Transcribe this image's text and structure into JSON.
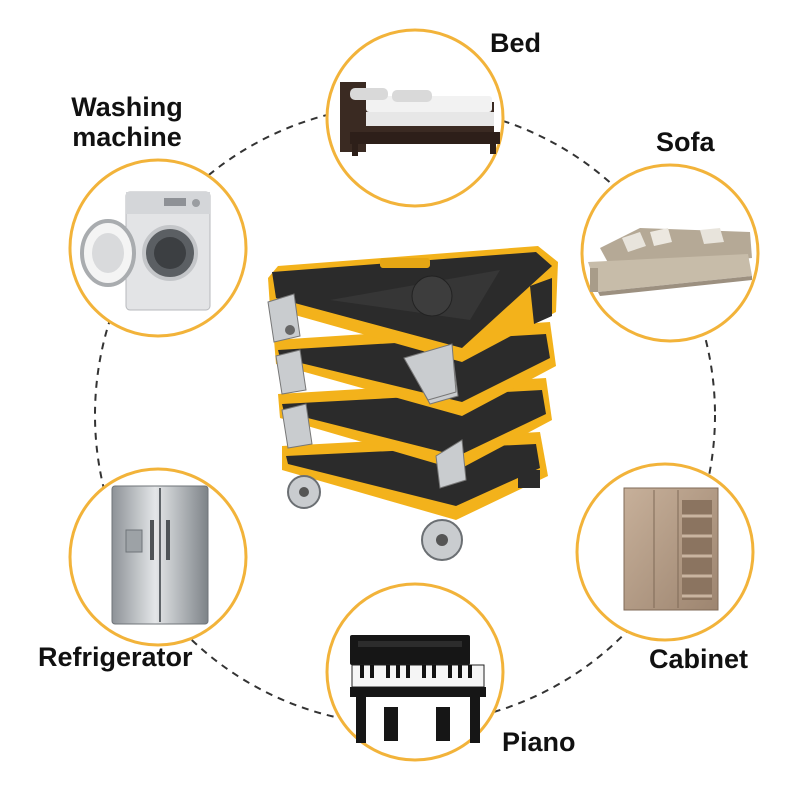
{
  "items": [
    {
      "key": "bed",
      "label": "Bed"
    },
    {
      "key": "washing-machine",
      "label": "Washing\nmachine"
    },
    {
      "key": "sofa",
      "label": "Sofa"
    },
    {
      "key": "refrigerator",
      "label": "Refrigerator"
    },
    {
      "key": "cabinet",
      "label": "Cabinet"
    },
    {
      "key": "piano",
      "label": "Piano"
    }
  ],
  "colors": {
    "ring": "#f2b33a",
    "dashed_circle": "#333333",
    "mover_yellow": "#f3b21b",
    "mover_black": "#2b2b2b",
    "wheel_silver": "#c9cccf"
  },
  "icons": {
    "center": "furniture-mover-stack-icon",
    "bed": "bed-icon",
    "washing-machine": "washing-machine-icon",
    "sofa": "sofa-icon",
    "refrigerator": "refrigerator-icon",
    "cabinet": "cabinet-icon",
    "piano": "piano-icon"
  }
}
